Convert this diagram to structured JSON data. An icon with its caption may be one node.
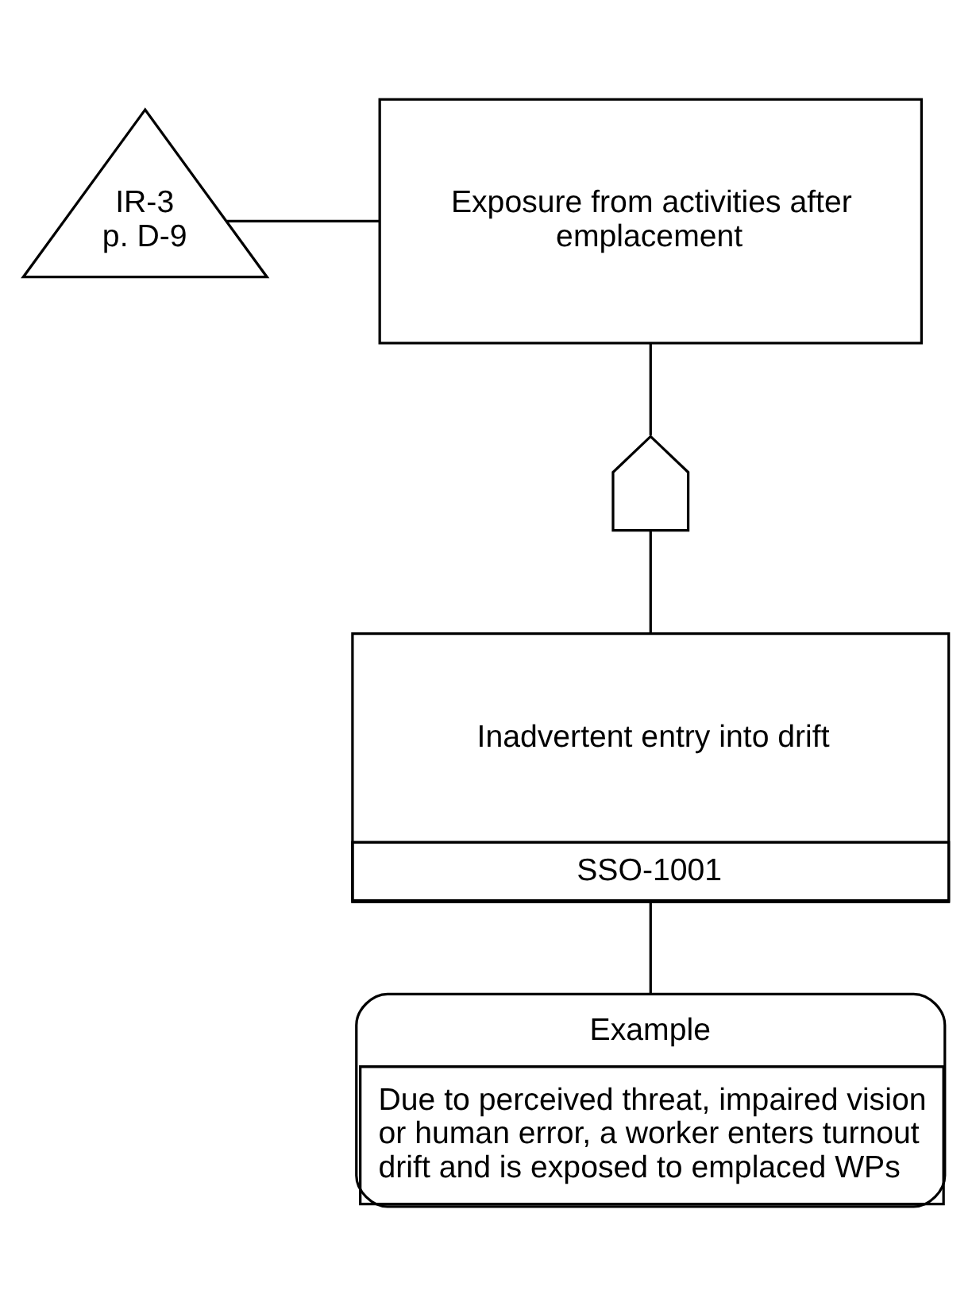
{
  "diagram": {
    "nodes": [
      {
        "text": [
          "Exposure from activities after emplacement"
        ]
      },
      {
        "text": [
          "IR-3 p. D-9"
        ]
      },
      {
        "text": [],
        "shape": "gate"
      },
      {
        "text": [
          "Inadvertent entry into drift",
          "SSO-1001"
        ]
      },
      {
        "text": [
          "Example",
          "Due to perceived threat, impaired vision or human error, a worker enters turnout drift and is exposed to emplaced WPs"
        ]
      }
    ],
    "edges": [
      {
        "from": 1,
        "to": 0,
        "arrow": "none"
      },
      {
        "from": 0,
        "to": 2,
        "arrow": "none"
      },
      {
        "from": 2,
        "to": 3,
        "arrow": "none"
      },
      {
        "from": 3,
        "to": 4,
        "arrow": "none"
      }
    ]
  }
}
